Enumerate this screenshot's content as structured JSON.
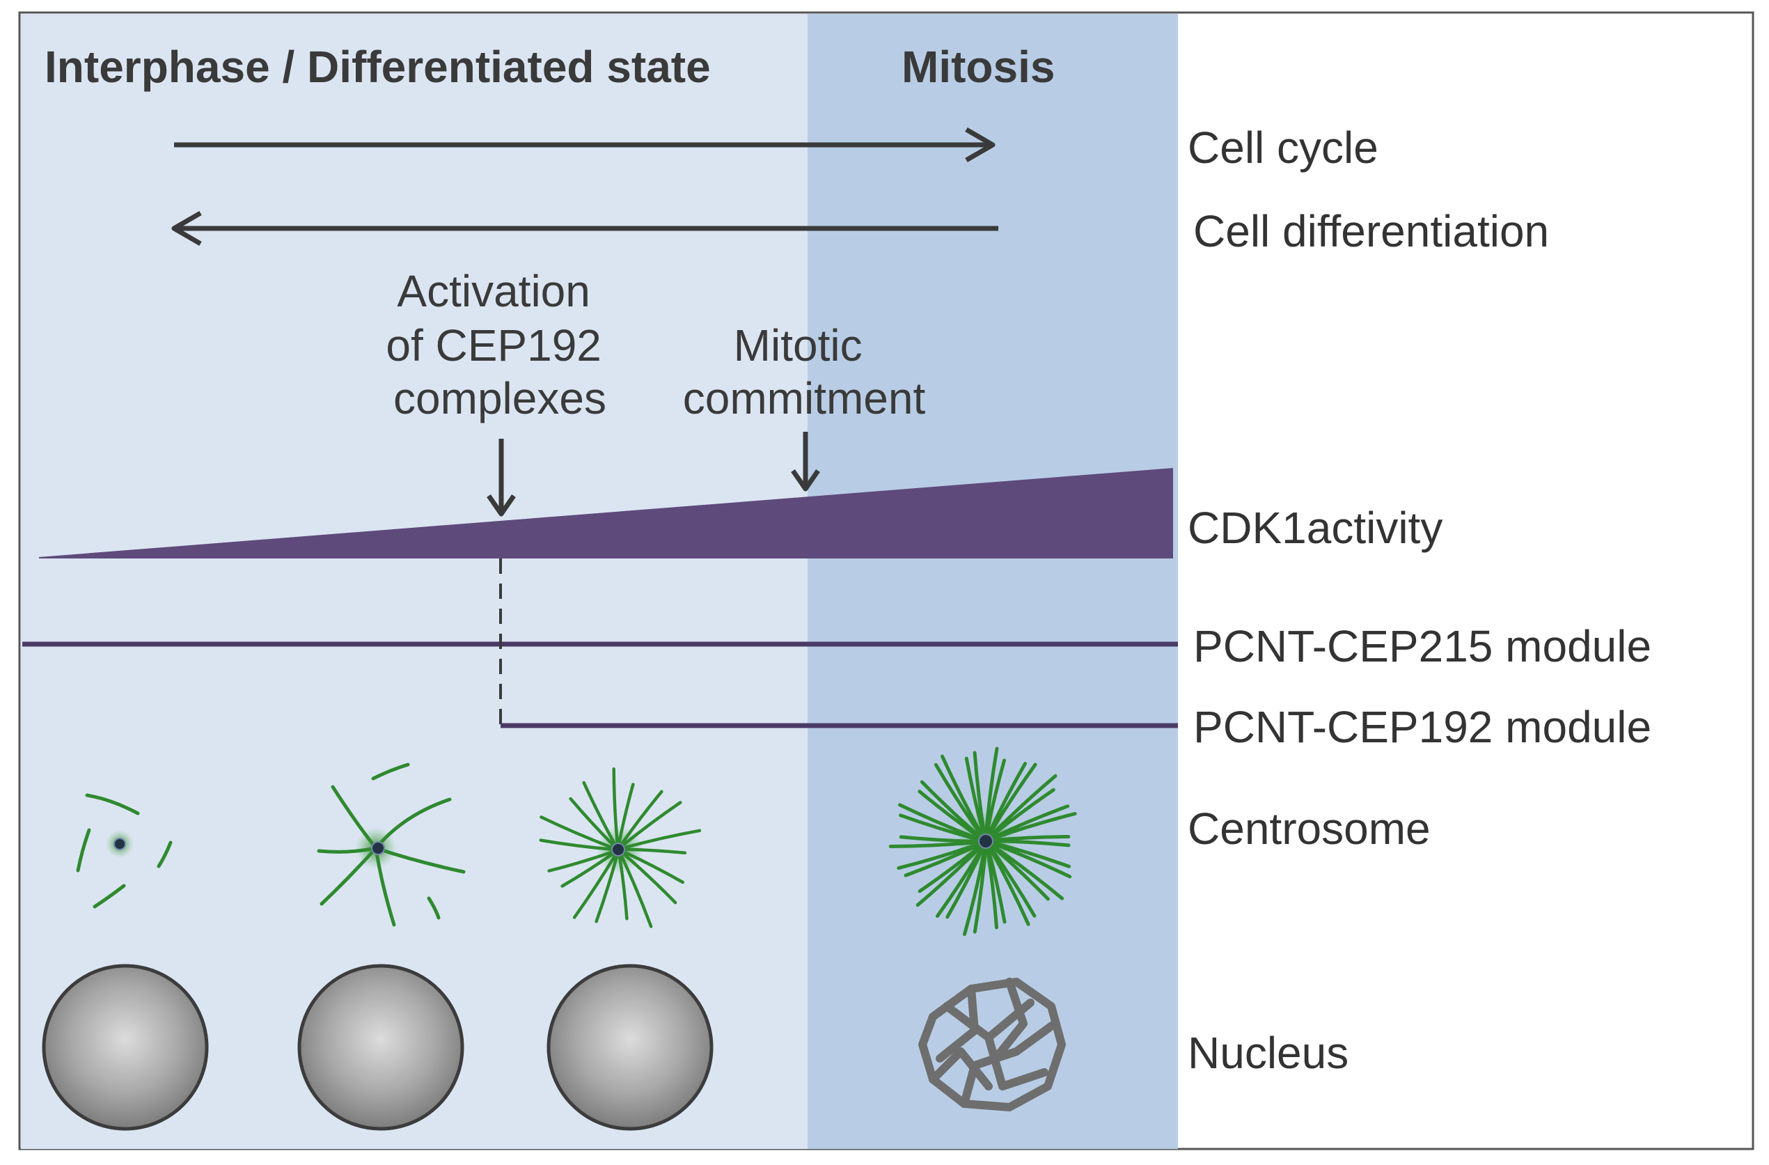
{
  "phases": {
    "interphase": "Interphase / Differentiated state",
    "mitosis": "Mitosis"
  },
  "rows": {
    "cell_cycle": "Cell cycle",
    "cell_differentiation": "Cell differentiation",
    "cdk1_activity": "CDK1activity",
    "pcnt_cep215": "PCNT-CEP215 module",
    "pcnt_cep192": "PCNT-CEP192 module",
    "centrosome": "Centrosome",
    "nucleus": "Nucleus"
  },
  "annotations": {
    "activation": [
      "Activation",
      "of CEP192",
      "complexes"
    ],
    "commitment": [
      "Mitotic",
      "commitment"
    ]
  },
  "colors": {
    "interphase_bg": "#dbe5f2",
    "mitosis_bg": "#b8cde5",
    "cdk1": "#5f4a7c",
    "module_line": "#4b3a66",
    "arrow": "#3a3a3a",
    "microtubule": "#2f8a2f",
    "nucleus": "#8c8c8c"
  }
}
